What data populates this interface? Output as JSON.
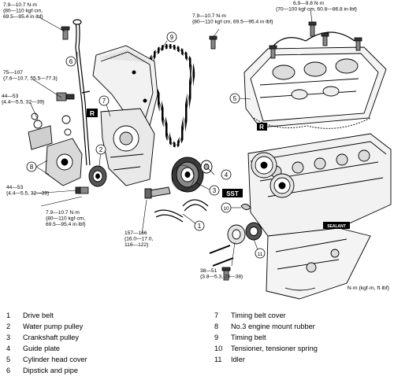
{
  "torque_labels": [
    {
      "id": "t1",
      "lines": [
        "7.9—10.7 N·m",
        "{80—110 kgf·cm,",
        "69.5—95.4 in·lbf}"
      ]
    },
    {
      "id": "t2",
      "lines": [
        "6.9—9.8 N·m",
        "{70—100 kgf·cm, 60.8—86.8 in·lbf}"
      ]
    },
    {
      "id": "t3",
      "lines": [
        "7.9—10.7 N·m",
        "{80—110 kgf·cm, 69.5—95.4 in·lbf}"
      ]
    },
    {
      "id": "t4",
      "lines": [
        "75—107",
        "{7.6—10.7, 55.5—77.3}"
      ]
    },
    {
      "id": "t5",
      "lines": [
        "44—53",
        "{4.4—5.5, 32—39}"
      ]
    },
    {
      "id": "t6",
      "lines": [
        "44—53",
        "{4.4—5.5, 32—39}"
      ]
    },
    {
      "id": "t7",
      "lines": [
        "7.9—10.7 N·m",
        "{80—110 kgf·cm,",
        "69.5—95.4 in·lbf}"
      ]
    },
    {
      "id": "t8",
      "lines": [
        "157—166",
        "{16.0—17.0,",
        "116—122}"
      ]
    },
    {
      "id": "t9",
      "lines": [
        "38—51",
        "{3.8—5.3, 28—38}"
      ]
    }
  ],
  "callouts": [
    "1",
    "2",
    "3",
    "4",
    "5",
    "6",
    "7",
    "8",
    "9",
    "10",
    "11"
  ],
  "markers": {
    "r_label": "R",
    "sst_label": "SST",
    "sealant_label": "SEALANT"
  },
  "unit_note": "N·m {kgf·m, ft·lbf}",
  "legend": [
    {
      "num": "1",
      "text": "Drive belt"
    },
    {
      "num": "2",
      "text": "Water pump pulley"
    },
    {
      "num": "3",
      "text": "Crankshaft pulley"
    },
    {
      "num": "4",
      "text": "Guide plate"
    },
    {
      "num": "5",
      "text": "Cylinder head cover"
    },
    {
      "num": "6",
      "text": "Dipstick and pipe"
    },
    {
      "num": "7",
      "text": "Timing belt cover"
    },
    {
      "num": "8",
      "text": "No.3 engine mount rubber"
    },
    {
      "num": "9",
      "text": "Timing belt"
    },
    {
      "num": "10",
      "text": "Tensioner, tensioner spring"
    },
    {
      "num": "11",
      "text": "Idler"
    }
  ],
  "colors": {
    "ink": "#000000",
    "paper": "#ffffff",
    "shade": "#bdbdbd",
    "dark": "#4a4a4a"
  }
}
